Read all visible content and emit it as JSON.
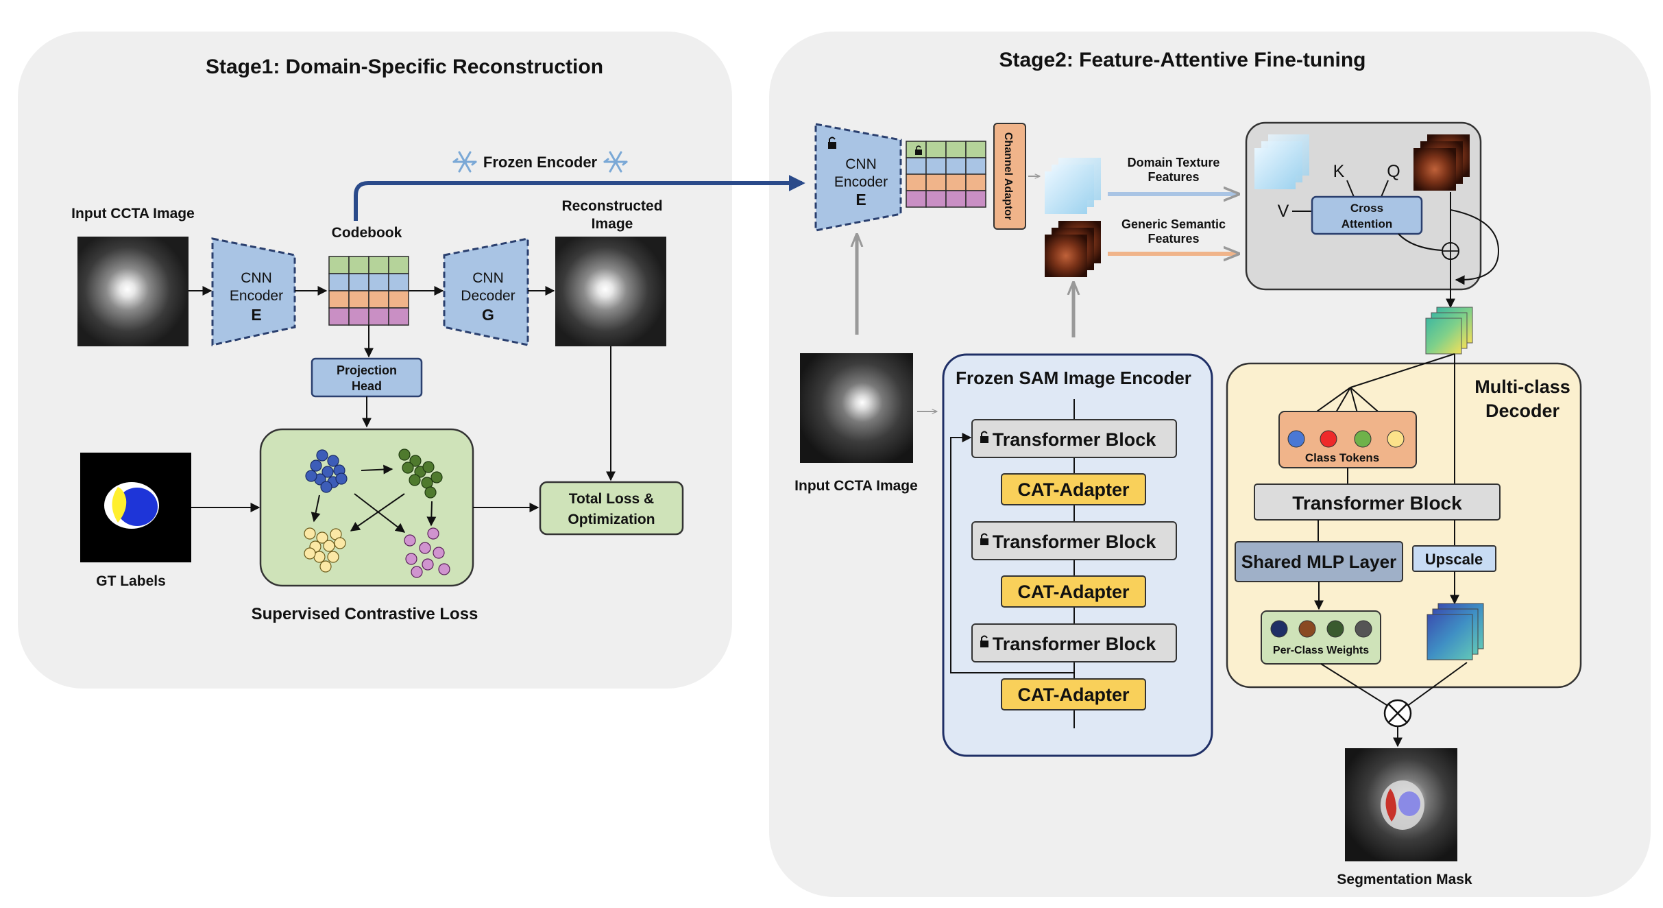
{
  "stage1": {
    "title": "Stage1: Domain-Specific Reconstruction",
    "input_label": "Input CCTA Image",
    "encoder": {
      "line1": "CNN",
      "line2": "Encoder",
      "symbol": "E"
    },
    "codebook_label": "Codebook",
    "decoder": {
      "line1": "CNN",
      "line2": "Decoder",
      "symbol": "G"
    },
    "reconstructed_line1": "Reconstructed",
    "reconstructed_line2": "Image",
    "projection_line1": "Projection",
    "projection_line2": "Head",
    "gt_label": "GT Labels",
    "contrastive_label": "Supervised Contrastive Loss",
    "loss_line1": "Total Loss &",
    "loss_line2": "Optimization"
  },
  "frozen_encoder_label": "Frozen Encoder",
  "stage2": {
    "title": "Stage2: Feature-Attentive Fine-tuning",
    "encoder": {
      "line1": "CNN",
      "line2": "Encoder",
      "symbol": "E"
    },
    "channel_adaptor": "Channel Adaptor",
    "domain_feat_line1": "Domain Texture",
    "domain_feat_line2": "Features",
    "semantic_feat_line1": "Generic Semantic",
    "semantic_feat_line2": "Features",
    "attention": {
      "k": "K",
      "q": "Q",
      "v": "V",
      "line1": "Cross",
      "line2": "Attention"
    },
    "input_label": "Input CCTA Image",
    "sam": {
      "title": "Frozen SAM Image Encoder",
      "transformer_block": "Transformer Block",
      "adapter": "CAT-Adapter"
    },
    "decoder": {
      "title_line1": "Multi-class",
      "title_line2": "Decoder",
      "class_tokens": "Class Tokens",
      "transformer_block": "Transformer Block",
      "shared_mlp": "Shared MLP Layer",
      "upscale": "Upscale",
      "per_class_weights": "Per-Class Weights"
    },
    "segmentation_label": "Segmentation Mask"
  },
  "colors": {
    "panel_bg": "#efefef",
    "encoder_fill": "#a9c4e4",
    "codebook_green": "#b5d39a",
    "codebook_blue": "#a9c4e4",
    "codebook_orange": "#f0b48a",
    "codebook_purple": "#c98fc4",
    "green_box": "#cfe3b9",
    "adapter_yellow": "#f9d05a",
    "sam_panel": "#dfe8f5",
    "decoder_panel": "#fbf0cf",
    "arrow_blue": "#2a4a8a"
  }
}
